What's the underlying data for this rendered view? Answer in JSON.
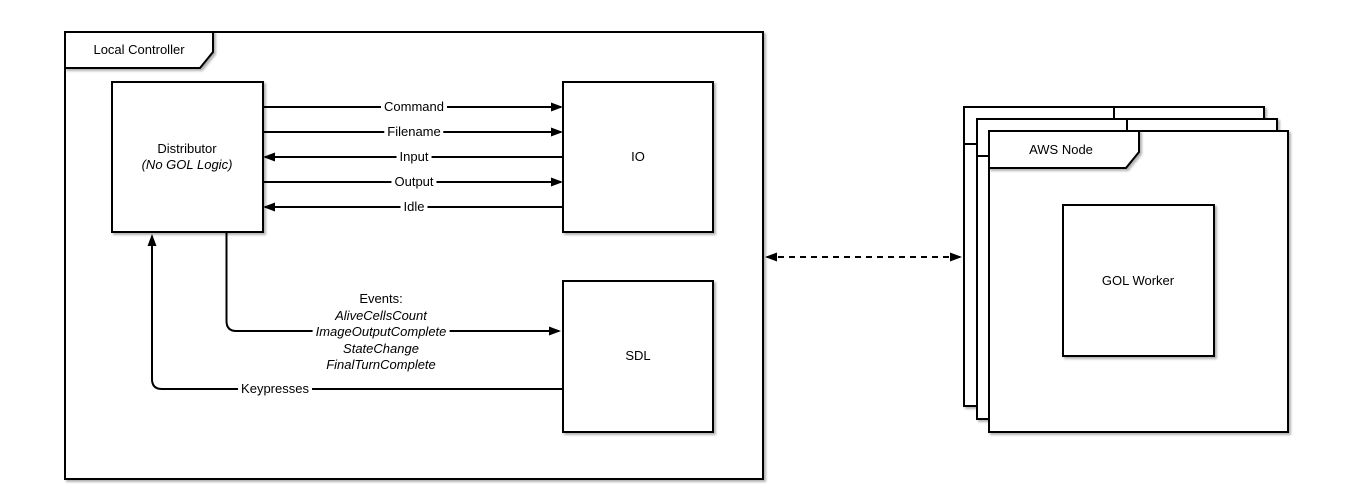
{
  "diagram": {
    "background": "#ffffff",
    "stroke_color": "#000000",
    "local_controller": {
      "label": "Local Controller"
    },
    "distributor": {
      "title": "Distributor",
      "subtitle": "(No GOL Logic)"
    },
    "io": {
      "label": "IO"
    },
    "sdl": {
      "label": "SDL"
    },
    "channels": {
      "command": "Command",
      "filename": "Filename",
      "input": "Input",
      "output": "Output",
      "idle": "Idle"
    },
    "events": {
      "heading": "Events:",
      "items": [
        "AliveCellsCount",
        "ImageOutputComplete",
        "StateChange",
        "FinalTurnComplete"
      ]
    },
    "keypresses_label": "Keypresses",
    "aws_node": {
      "label": "AWS Node"
    },
    "gol_worker": {
      "label": "GOL Worker"
    }
  }
}
